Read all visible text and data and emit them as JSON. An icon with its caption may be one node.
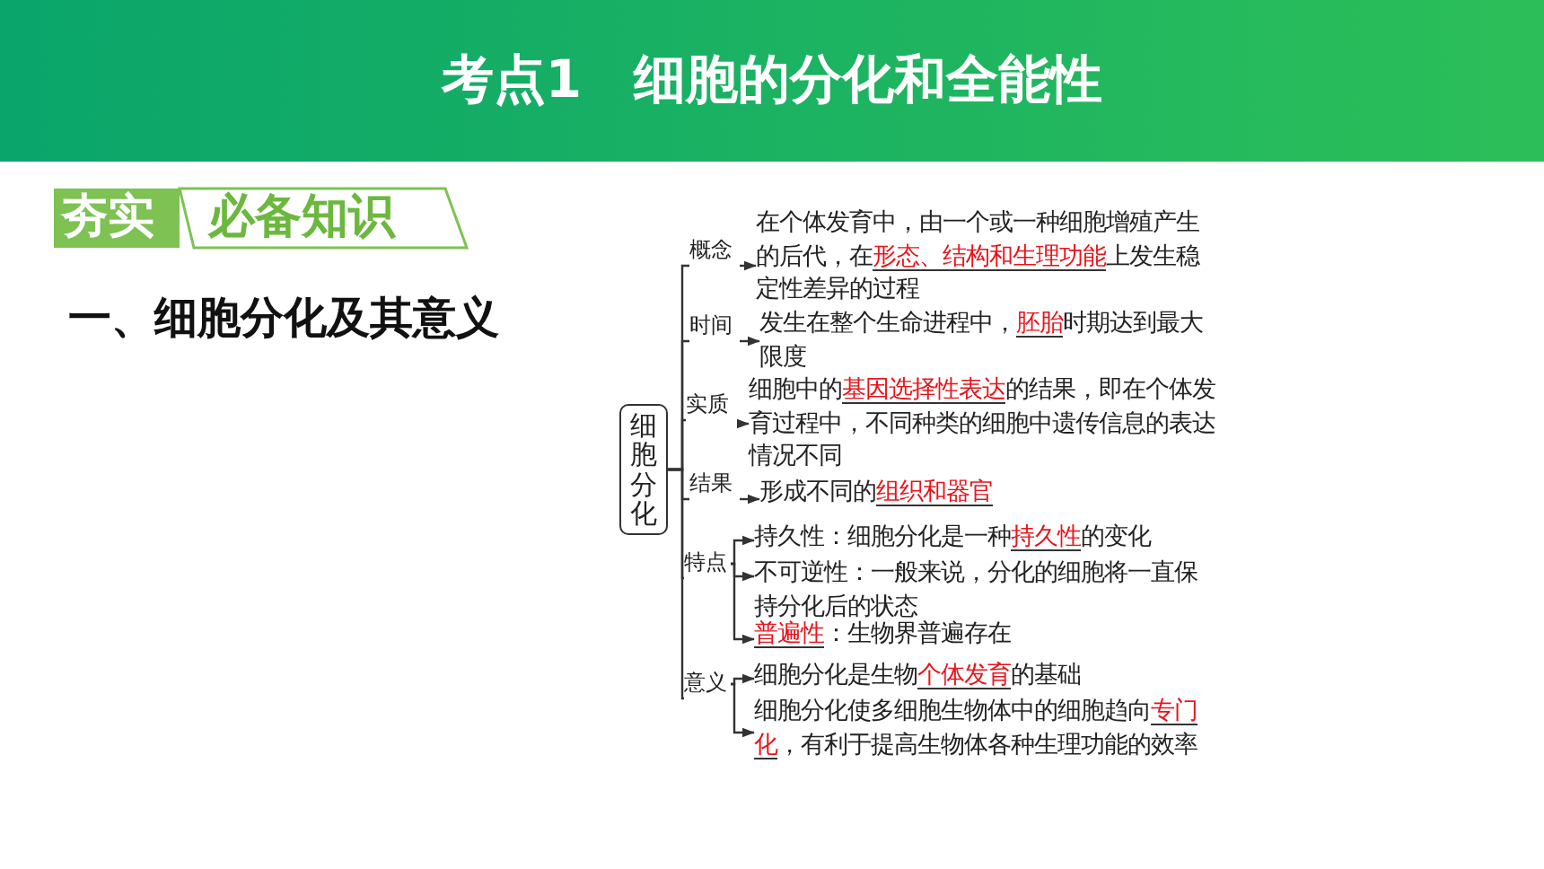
{
  "diagram": {
    "title": "考点1　细胞的分化和全能性",
    "nodes": [
      {
        "text": [
          "细胞分化"
        ]
      },
      {
        "text": [
          "概念"
        ]
      },
      {
        "text": [
          "在个体发育中，由一个或一种细胞增殖产生的后代，在**形态、结构和生理功能**上发生稳定性差异的过程"
        ]
      },
      {
        "text": [
          "时间"
        ]
      },
      {
        "text": [
          "发生在整个生命进程中，**胚胎**时期达到最大限度"
        ]
      },
      {
        "text": [
          "实质"
        ]
      },
      {
        "text": [
          "细胞中的**基因选择性表达**的结果，即在个体发育过程中，不同种类的细胞中遗传信息的表达情况不同"
        ]
      },
      {
        "text": [
          "结果"
        ]
      },
      {
        "text": [
          "形成不同的**组织和器官**"
        ]
      },
      {
        "text": [
          "特点"
        ]
      },
      {
        "text": [
          "持久性：细胞分化是一种**持久性**的变化"
        ]
      },
      {
        "text": [
          "不可逆性：一般来说，分化的细胞将一直保持分化后的状态"
        ]
      },
      {
        "text": [
          "**普遍性**：生物界普遍存在"
        ]
      },
      {
        "text": [
          "意义"
        ]
      },
      {
        "text": [
          "细胞分化是生物**个体发育**的基础"
        ]
      },
      {
        "text": [
          "细胞分化使多细胞生物体中的细胞趋向**专门化**，有利于提高生物体各种生理功能的效率"
        ]
      }
    ],
    "edges": [
      {
        "from": 0,
        "to": 1,
        "arrow": "none"
      },
      {
        "from": 1,
        "to": 2,
        "arrow": "to"
      },
      {
        "from": 0,
        "to": 3,
        "arrow": "none"
      },
      {
        "from": 3,
        "to": 4,
        "arrow": "to"
      },
      {
        "from": 0,
        "to": 5,
        "arrow": "none"
      },
      {
        "from": 5,
        "to": 6,
        "arrow": "to"
      },
      {
        "from": 0,
        "to": 7,
        "arrow": "none"
      },
      {
        "from": 7,
        "to": 8,
        "arrow": "to"
      },
      {
        "from": 0,
        "to": 9,
        "arrow": "none"
      },
      {
        "from": 9,
        "to": 10,
        "arrow": "to"
      },
      {
        "from": 9,
        "to": 11,
        "arrow": "to"
      },
      {
        "from": 9,
        "to": 12,
        "arrow": "to"
      },
      {
        "from": 0,
        "to": 13,
        "arrow": "none"
      },
      {
        "from": 13,
        "to": 14,
        "arrow": "to"
      },
      {
        "from": 13,
        "to": 15,
        "arrow": "to"
      }
    ],
    "labels": [
      "夯实",
      "必备知识",
      "一、细胞分化及其意义"
    ]
  }
}
